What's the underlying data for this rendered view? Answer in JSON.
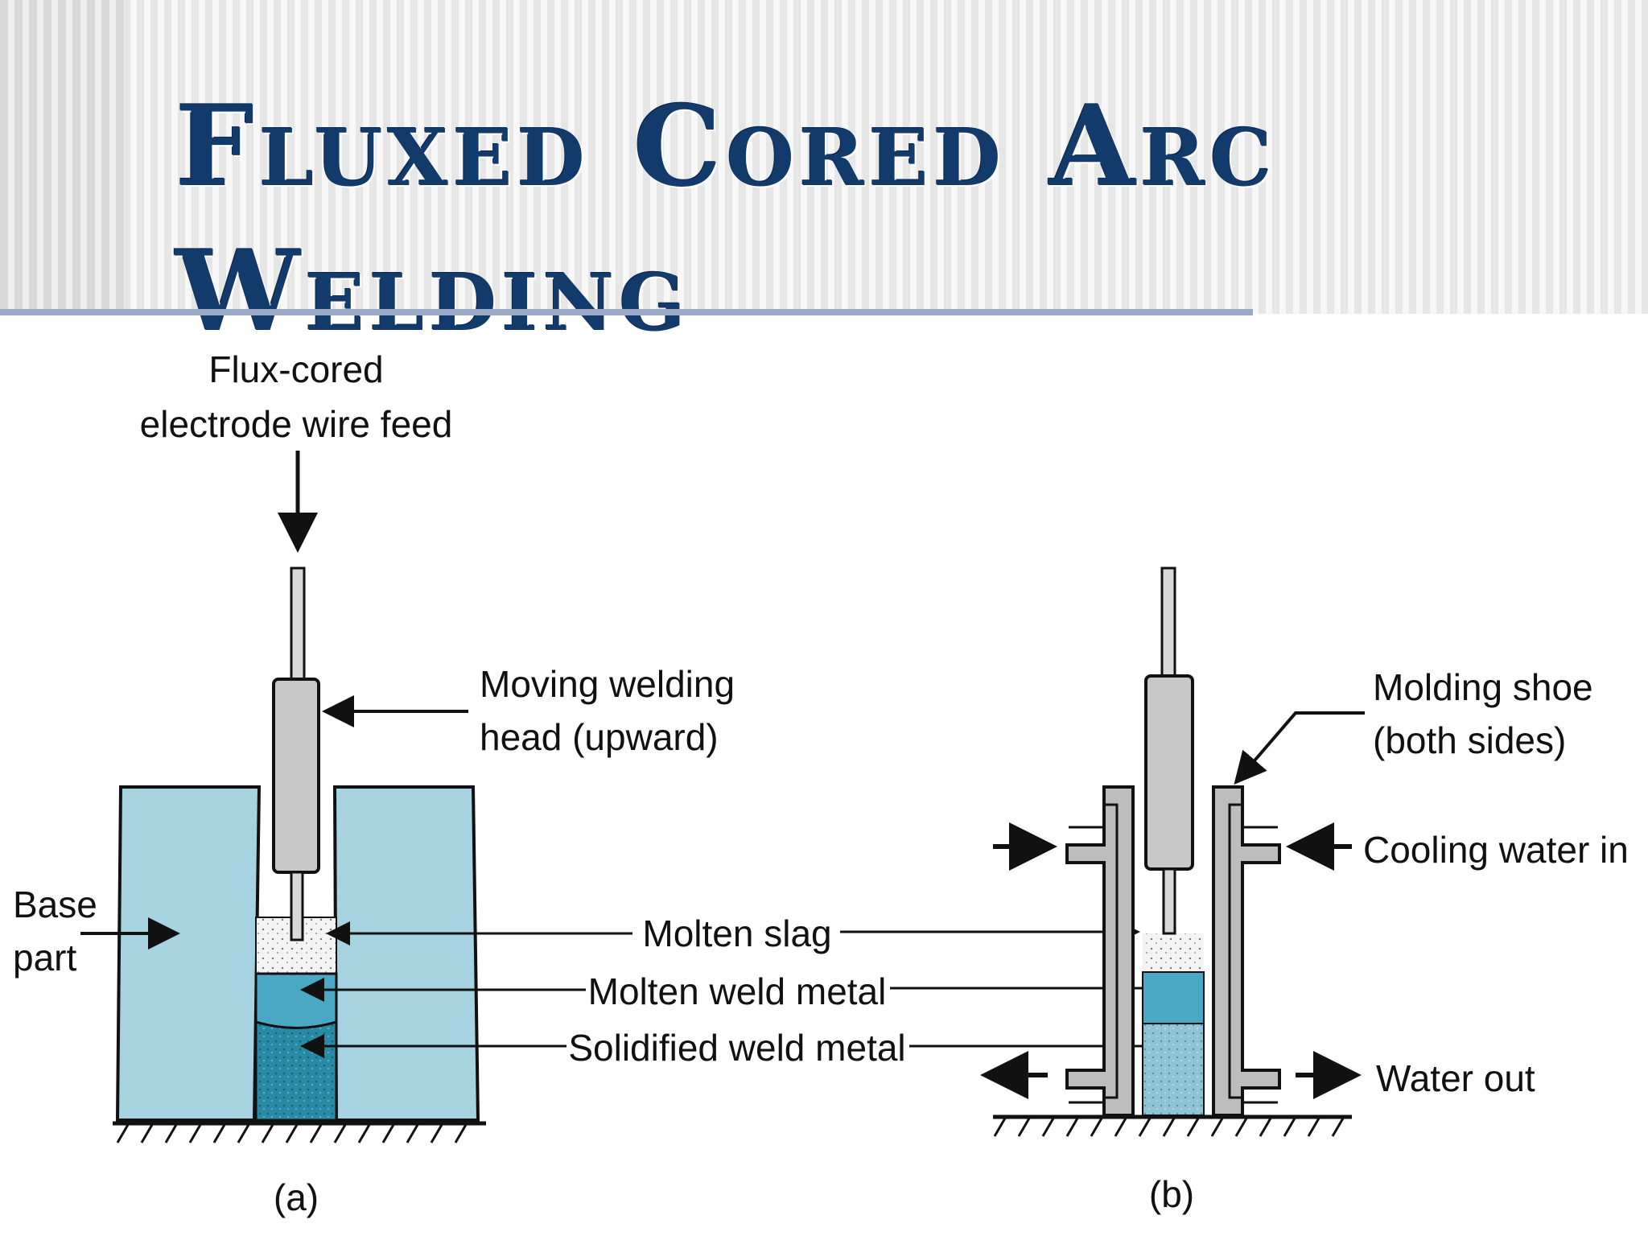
{
  "title": "Fluxed Cored Arc Welding",
  "colors": {
    "title": "#123a6b",
    "rule": "#9aaac6",
    "base_part": "#a6d3df",
    "molten_weld": "#4aa8c4",
    "solidified_weld": "#2a8aa6",
    "electrode": "#c8c8c8",
    "shoe": "#bdbdbd"
  },
  "diagram_a": {
    "label_wire_feed_line1": "Flux-cored",
    "label_wire_feed_line2": "electrode wire feed",
    "label_head_line1": "Moving welding",
    "label_head_line2": "head (upward)",
    "label_base_line1": "Base",
    "label_base_line2": "part",
    "caption": "(a)"
  },
  "shared_labels": {
    "molten_slag": "Molten slag",
    "molten_weld_metal": "Molten weld metal",
    "solidified_weld_metal": "Solidified weld metal"
  },
  "diagram_b": {
    "label_shoe_line1": "Molding shoe",
    "label_shoe_line2": "(both sides)",
    "label_water_in": "Cooling water in",
    "label_water_out": "Water out",
    "caption": "(b)"
  }
}
